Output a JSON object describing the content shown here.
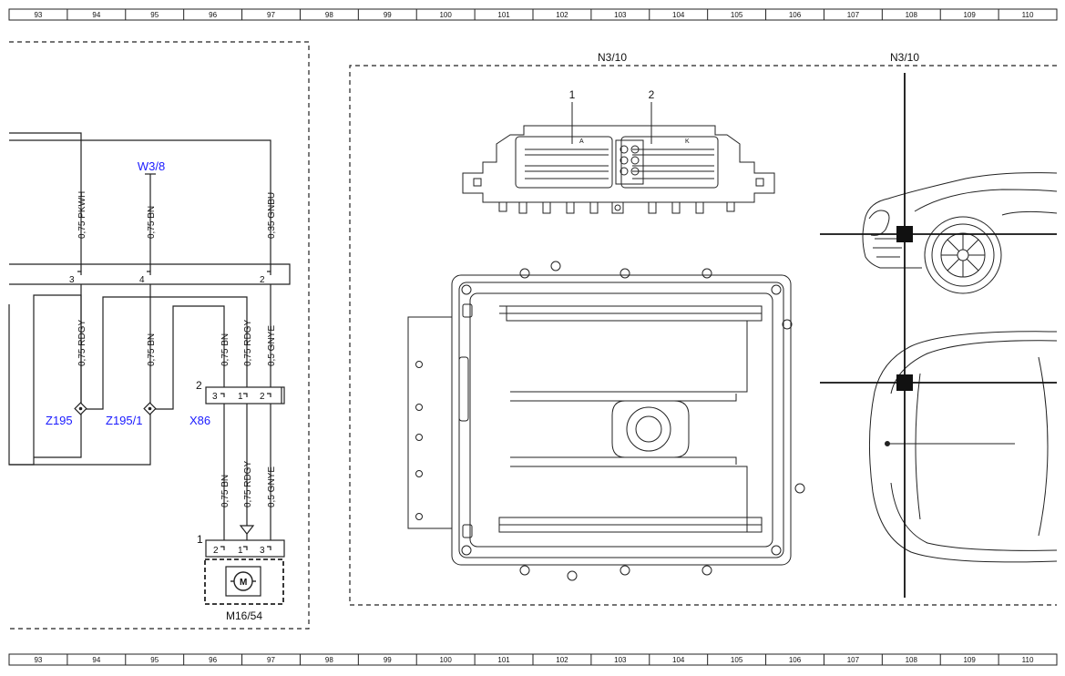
{
  "grid": {
    "columns": [
      "93",
      "94",
      "95",
      "96",
      "97",
      "98",
      "99",
      "100",
      "101",
      "102",
      "103",
      "104",
      "105",
      "106",
      "107",
      "108",
      "109",
      "110"
    ]
  },
  "labels": {
    "ecu_left": "N3/10",
    "ecu_right": "N3/10",
    "connector_1": "1",
    "connector_2": "2",
    "conn_a": "A",
    "conn_k": "K",
    "w3_8": "W3/8",
    "z195": "Z195",
    "z195_1": "Z195/1",
    "x86": "X86",
    "x86_num": "2",
    "m16_54": "M16/54",
    "m16_54_num": "1",
    "motor_symbol": "M"
  },
  "wires": {
    "w_pkwh": "0,75 PKWH",
    "w_bn_top": "0,75 BN",
    "w_gnbu": "0,35 GNBU",
    "w_rdgy_left": "0,75 RDGY",
    "w_bn_mid": "0,75 BN",
    "w_bn_x86": "0,75 BN",
    "w_rdgy_x86": "0,75 RDGY",
    "w_gnye_x86": "0,5 GNYE",
    "w_bn_low": "0,75 BN",
    "w_rdgy_low": "0,75 RDGY",
    "w_gnye_low": "0,5 GNYE"
  },
  "pins": {
    "bus_p3": "3",
    "bus_p4": "4",
    "bus_p2": "2",
    "x86_p3": "3",
    "x86_p1": "1",
    "x86_p2": "2",
    "m_p2": "2",
    "m_p1": "1",
    "m_p3": "3"
  }
}
